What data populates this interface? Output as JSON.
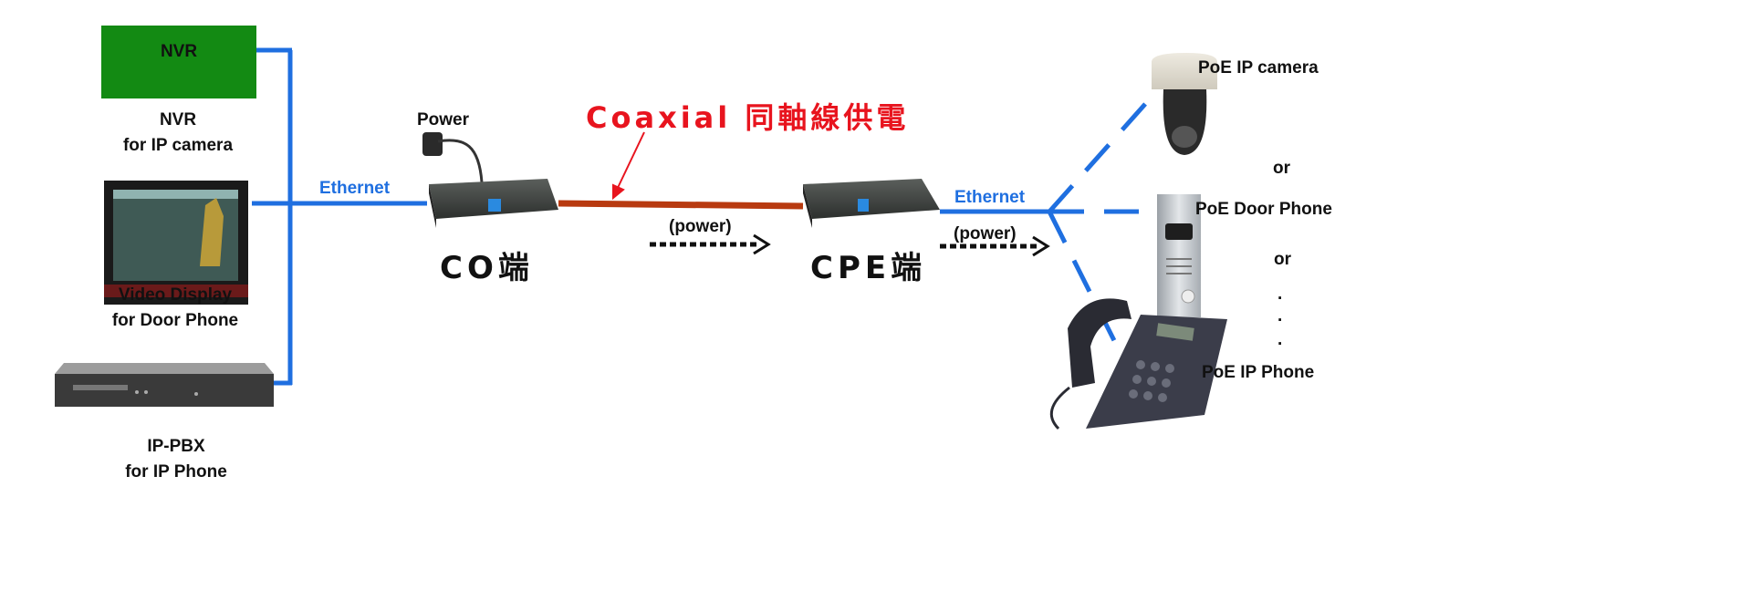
{
  "colors": {
    "ethernet": "#1f6fe0",
    "coax": "#b83a10",
    "nvr_box": "#138a13",
    "title_red": "#e8141e"
  },
  "left": {
    "nvr_box_label": "NVR",
    "nvr_title": "NVR",
    "nvr_subtitle": "for IP camera",
    "display_title": "Video Display",
    "display_subtitle": "for Door Phone",
    "pbx_title": "IP-PBX",
    "pbx_subtitle": "for IP Phone",
    "ethernet_label": "Ethernet"
  },
  "center": {
    "power_label": "Power",
    "co_label": "CO端",
    "coax_title": "Coaxial 同軸線供電",
    "power_flow_label": "(power)",
    "cpe_label": "CPE端"
  },
  "right": {
    "ethernet_label": "Ethernet",
    "power_flow_label": "(power)",
    "devices": [
      "PoE IP camera",
      "PoE Door Phone",
      "PoE IP Phone"
    ],
    "or_label": "or",
    "ellipsis": "."
  }
}
